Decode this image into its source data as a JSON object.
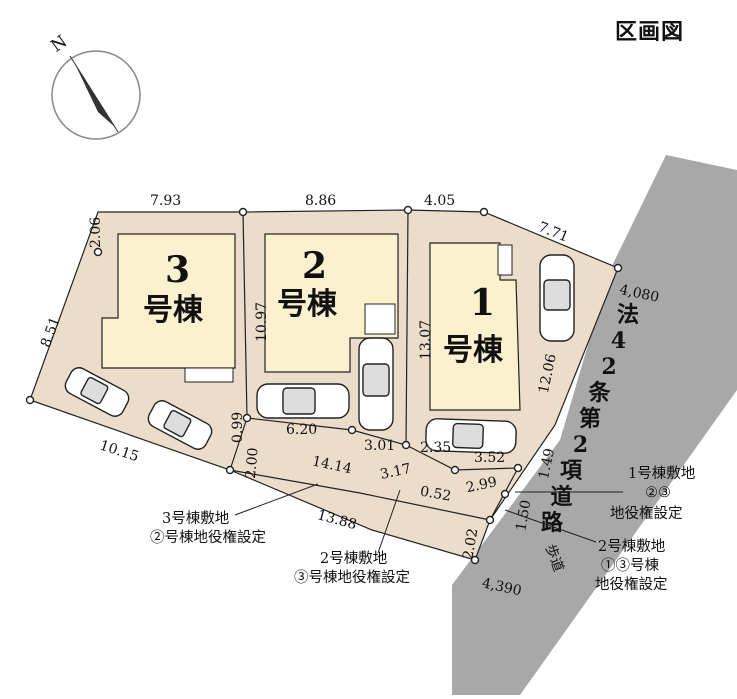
{
  "title": "区画図",
  "compass": {
    "north_label": "N"
  },
  "buildings": [
    {
      "number": "3",
      "label": "号棟"
    },
    {
      "number": "2",
      "label": "号棟"
    },
    {
      "number": "1",
      "label": "号棟"
    }
  ],
  "dimensions": {
    "d_7_93": "7.93",
    "d_8_86": "8.86",
    "d_4_05": "4.05",
    "d_7_71": "7.71",
    "d_2_06": "2.06",
    "d_8_51": "8.51",
    "d_10_97": "10.97",
    "d_13_07": "13.07",
    "d_12_06": "12.06",
    "d_4_080": "4,080",
    "d_10_15": "10.15",
    "d_0_99": "0.99",
    "d_6_20": "6.20",
    "d_3_01": "3.01",
    "d_2_35": "2.35",
    "d_3_52": "3.52",
    "d_1_49": "1.49",
    "d_2_00": "2.00",
    "d_14_14": "14.14",
    "d_3_17": "3.17",
    "d_2_99": "2.99",
    "d_0_52": "0.52",
    "d_1_50": "1.50",
    "d_13_88": "13.88",
    "d_2_02": "2.02",
    "d_4_390": "4,390"
  },
  "road": {
    "label": "法42条第2項道路",
    "sidewalk": "歩道"
  },
  "notes": {
    "lot1": [
      "1号棟敷地",
      "②③",
      "地役権設定"
    ],
    "lot3": [
      "3号棟敷地",
      "②号棟地役権設定"
    ],
    "lot2": [
      "2号棟敷地",
      "③号棟地役権設定"
    ],
    "lot2b": [
      "2号棟敷地",
      "①③号棟",
      "地役権設定"
    ]
  },
  "colors": {
    "land": "#ecdcca",
    "building": "#fbf1cf",
    "road": "#a8a8a8",
    "line": "#222222"
  }
}
